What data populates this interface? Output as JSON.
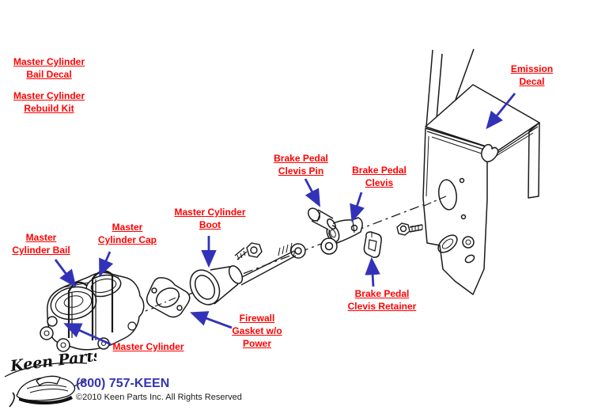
{
  "labels": [
    {
      "name": "master-cylinder-bail-decal",
      "text": "Master Cylinder\nBail Decal"
    },
    {
      "name": "master-cylinder-rebuild-kit",
      "text": "Master Cylinder\nRebuild Kit"
    },
    {
      "name": "emission-decal",
      "text": "Emission\nDecal"
    },
    {
      "name": "brake-pedal-clevis-pin",
      "text": "Brake Pedal\nClevis Pin"
    },
    {
      "name": "brake-pedal-clevis",
      "text": "Brake Pedal\nClevis"
    },
    {
      "name": "master-cylinder-boot",
      "text": "Master Cylinder\nBoot"
    },
    {
      "name": "master-cylinder-bail",
      "text": "Master\nCylinder Bail"
    },
    {
      "name": "master-cylinder-cap",
      "text": "Master\nCylinder Cap"
    },
    {
      "name": "master-cylinder",
      "text": "Master Cylinder"
    },
    {
      "name": "firewall-gasket-wo-power",
      "text": "Firewall\nGasket w/o\nPower"
    },
    {
      "name": "brake-pedal-clevis-retainer",
      "text": "Brake Pedal\nClevis Retainer"
    }
  ],
  "footer": {
    "logo_text": "Keen Parts",
    "phone": "(800) 757-KEEN",
    "copyright": "©2010 Keen Parts Inc. All Rights Reserved"
  },
  "colors": {
    "label_red": "#ff0000",
    "arrow_blue": "#3232b9",
    "phone_blue": "#3333b3",
    "line_art": "#1a1a1a"
  }
}
